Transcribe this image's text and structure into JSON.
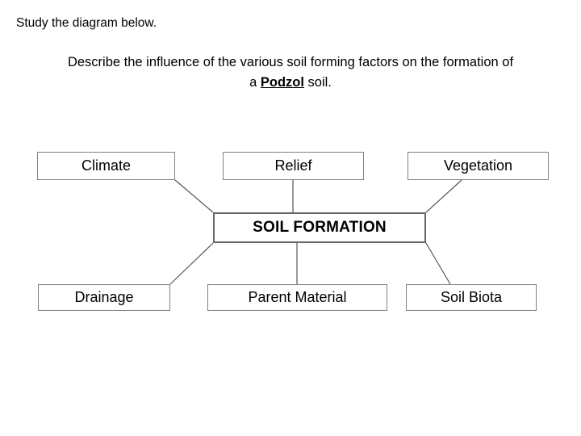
{
  "prose": {
    "intro": "Study the diagram below.",
    "question_line1": "Describe the influence of the various soil forming factors on the formation of",
    "question_line2_before": "a ",
    "question_line2_emphasis": "Podzol",
    "question_line2_after": " soil."
  },
  "diagram": {
    "title": "Soil formation factors spider diagram",
    "center": {
      "label": "SOIL FORMATION"
    },
    "factors": [
      {
        "id": "climate",
        "label": "Climate"
      },
      {
        "id": "relief",
        "label": "Relief"
      },
      {
        "id": "vegetation",
        "label": "Vegetation"
      },
      {
        "id": "drainage",
        "label": "Drainage"
      },
      {
        "id": "parent",
        "label": "Parent Material"
      },
      {
        "id": "soil-biota",
        "label": "Soil Biota"
      }
    ],
    "connectors": [
      {
        "from": "climate",
        "to": "center"
      },
      {
        "from": "relief",
        "to": "center"
      },
      {
        "from": "vegetation",
        "to": "center"
      },
      {
        "from": "drainage",
        "to": "center"
      },
      {
        "from": "parent",
        "to": "center"
      },
      {
        "from": "soil-biota",
        "to": "center"
      }
    ],
    "colors": {
      "box_border": "#808080",
      "center_border": "#666666",
      "connector": "#555555",
      "text": "#000000",
      "background": "#ffffff"
    }
  }
}
